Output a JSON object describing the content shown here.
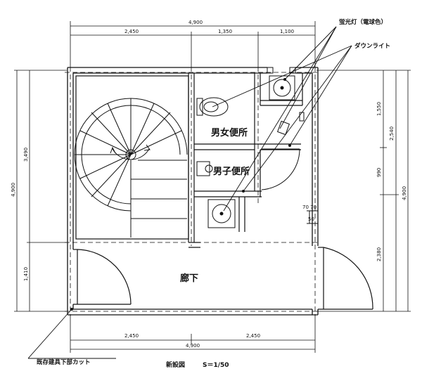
{
  "dimensions": {
    "top_total": "4,900",
    "top_segments": [
      "2,450",
      "1,350",
      "1,100"
    ],
    "bottom_segments": [
      "2,450",
      "2,450"
    ],
    "bottom_total": "4,900",
    "left_outer": "4,900",
    "left_upper": "3,490",
    "left_lower": "1,410",
    "right_segments": [
      "1,550",
      "990",
      "2,380"
    ],
    "right_mid": "2,540",
    "right_outer": "4,900",
    "door_small": "50",
    "door_small_top": "70 70"
  },
  "rooms": {
    "unisex_toilet": "男女便所",
    "kids_toilet": "男子便所",
    "corridor": "廊下"
  },
  "notes": {
    "fluorescent": "蛍光灯（電球色）",
    "downlight": "ダウンライト",
    "existing_cut": "既存建具下部カット"
  },
  "caption": {
    "title": "新設図",
    "scale": "S＝1/50"
  }
}
